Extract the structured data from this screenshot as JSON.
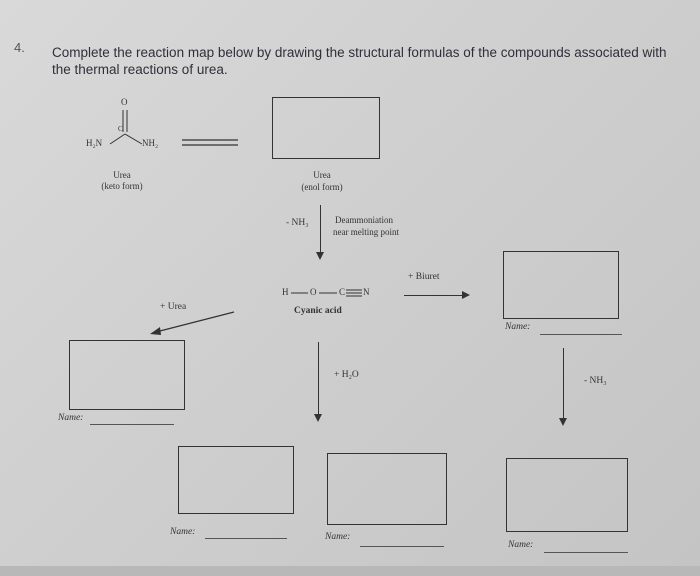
{
  "question": {
    "number": "4.",
    "instruction": "Complete the reaction map below by drawing the structural formulas of the compounds associated with the thermal reactions of urea."
  },
  "urea_keto": {
    "atom_o": "O",
    "atom_c": "C",
    "atom_left": "H₂N",
    "atom_right": "NH₂",
    "name": "Urea",
    "form": "(keto form)"
  },
  "urea_enol": {
    "name": "Urea",
    "form": "(enol form)"
  },
  "step_deammoniation": {
    "reagent": "- NH₃",
    "line1": "Deammoniation",
    "line2": "near melting point"
  },
  "cyanic_acid": {
    "formula_h": "H",
    "formula_o": "O",
    "formula_c": "C",
    "formula_n": "N",
    "name": "Cyanic acid"
  },
  "step_biuret": {
    "reagent": "+ Biuret"
  },
  "step_urea": {
    "reagent": "+ Urea"
  },
  "step_water": {
    "reagent": "+ H₂O"
  },
  "step_nh3_right": {
    "reagent": "- NH₃"
  },
  "names": {
    "label": "Name:",
    "left_label": "Name:"
  }
}
